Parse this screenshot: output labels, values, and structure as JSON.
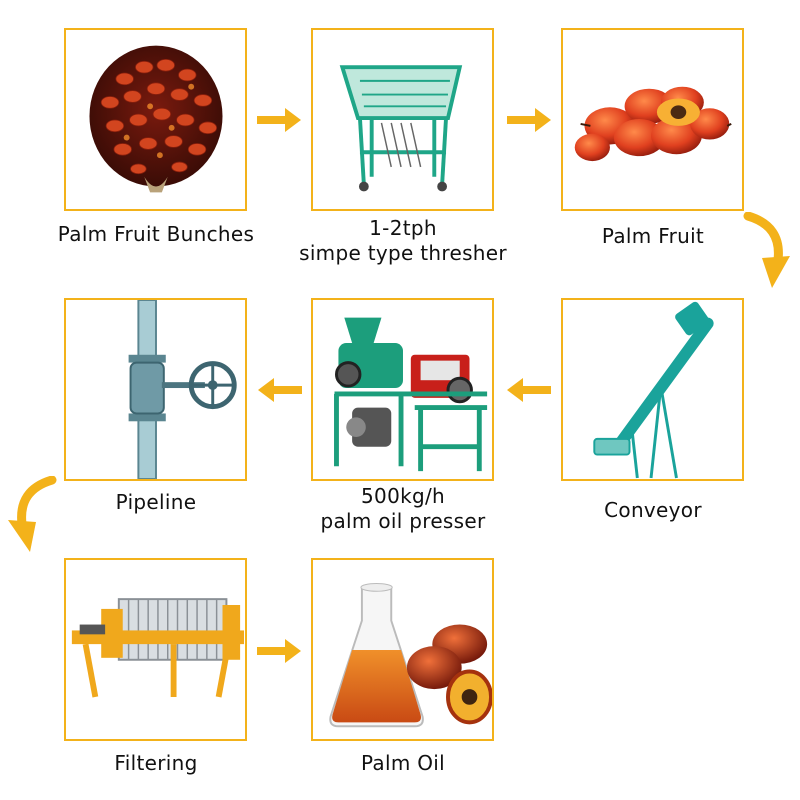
{
  "accent_color": "#f3b21a",
  "steps": [
    {
      "name": "bunches",
      "label": "Palm Fruit Bunches"
    },
    {
      "name": "thresher",
      "label_line1": "1-2tph",
      "label_line2": "simpe type thresher"
    },
    {
      "name": "fruit",
      "label": "Palm Fruit"
    },
    {
      "name": "conveyor",
      "label": "Conveyor"
    },
    {
      "name": "presser",
      "label_line1": "500kg/h",
      "label_line2": "palm oil presser"
    },
    {
      "name": "pipeline",
      "label": "Pipeline"
    },
    {
      "name": "filtering",
      "label": "Filtering"
    },
    {
      "name": "oil",
      "label": "Palm Oil"
    }
  ]
}
